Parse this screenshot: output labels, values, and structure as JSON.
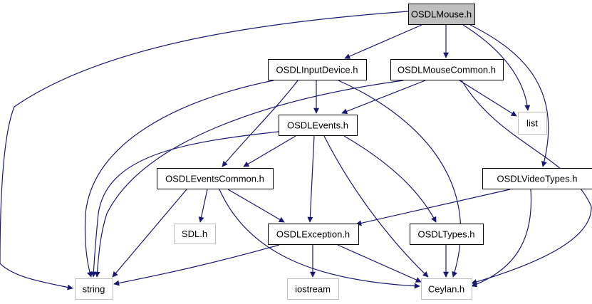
{
  "diagram": {
    "colors": {
      "edge": "#191970",
      "root_fill": "#bfbfbf",
      "node_border": "#000000",
      "external_border": "#bfbfbf",
      "text": "#000000"
    },
    "nodes": [
      {
        "id": "osdlmouse",
        "label": "OSDLMouse.h",
        "kind": "root"
      },
      {
        "id": "osdlinputdevice",
        "label": "OSDLInputDevice.h",
        "kind": "internal"
      },
      {
        "id": "osdlmousecommon",
        "label": "OSDLMouseCommon.h",
        "kind": "internal"
      },
      {
        "id": "osdlevents",
        "label": "OSDLEvents.h",
        "kind": "internal"
      },
      {
        "id": "list",
        "label": "list",
        "kind": "external"
      },
      {
        "id": "osdleventscommon",
        "label": "OSDLEventsCommon.h",
        "kind": "internal"
      },
      {
        "id": "osdlvideotypes",
        "label": "OSDLVideoTypes.h",
        "kind": "internal"
      },
      {
        "id": "sdl",
        "label": "SDL.h",
        "kind": "external"
      },
      {
        "id": "osdlexception",
        "label": "OSDLException.h",
        "kind": "internal"
      },
      {
        "id": "osdltypes",
        "label": "OSDLTypes.h",
        "kind": "internal"
      },
      {
        "id": "string",
        "label": "string",
        "kind": "external"
      },
      {
        "id": "iostream",
        "label": "iostream",
        "kind": "external"
      },
      {
        "id": "ceylan",
        "label": "Ceylan.h",
        "kind": "external"
      }
    ],
    "edges": [
      {
        "from": "osdlmouse",
        "to": "string"
      },
      {
        "from": "osdlmouse",
        "to": "osdlinputdevice"
      },
      {
        "from": "osdlmouse",
        "to": "osdlmousecommon"
      },
      {
        "from": "osdlmouse",
        "to": "list"
      },
      {
        "from": "osdlmouse",
        "to": "osdlvideotypes"
      },
      {
        "from": "osdlinputdevice",
        "to": "string"
      },
      {
        "from": "osdlinputdevice",
        "to": "osdlevents"
      },
      {
        "from": "osdlinputdevice",
        "to": "osdleventscommon"
      },
      {
        "from": "osdlinputdevice",
        "to": "ceylan"
      },
      {
        "from": "osdlmousecommon",
        "to": "list"
      },
      {
        "from": "osdlmousecommon",
        "to": "osdlevents"
      },
      {
        "from": "osdlmousecommon",
        "to": "string"
      },
      {
        "from": "osdlmousecommon",
        "to": "ceylan"
      },
      {
        "from": "osdlevents",
        "to": "string"
      },
      {
        "from": "osdlevents",
        "to": "osdleventscommon"
      },
      {
        "from": "osdlevents",
        "to": "osdlexception"
      },
      {
        "from": "osdlevents",
        "to": "osdltypes"
      },
      {
        "from": "osdlevents",
        "to": "ceylan"
      },
      {
        "from": "osdleventscommon",
        "to": "sdl"
      },
      {
        "from": "osdleventscommon",
        "to": "osdlexception"
      },
      {
        "from": "osdleventscommon",
        "to": "string"
      },
      {
        "from": "osdleventscommon",
        "to": "ceylan"
      },
      {
        "from": "osdlvideotypes",
        "to": "osdlexception"
      },
      {
        "from": "osdlvideotypes",
        "to": "ceylan"
      },
      {
        "from": "osdlexception",
        "to": "string"
      },
      {
        "from": "osdlexception",
        "to": "iostream"
      },
      {
        "from": "osdlexception",
        "to": "ceylan"
      },
      {
        "from": "osdltypes",
        "to": "ceylan"
      }
    ]
  }
}
